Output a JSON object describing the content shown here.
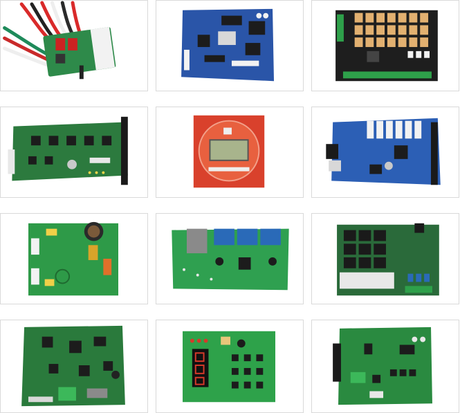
{
  "gallery": {
    "items": [
      {
        "subject": "pcb-with-wire-harness",
        "board_color": "#2e8a4a"
      },
      {
        "subject": "blue-pcb-with-ethernet",
        "board_color": "#2a55a8"
      },
      {
        "subject": "black-pcb-with-relays",
        "board_color": "#222222"
      },
      {
        "subject": "green-pcb-with-bracket",
        "board_color": "#2c7a3e"
      },
      {
        "subject": "red-pcb-with-lcd",
        "board_color": "#d9412c"
      },
      {
        "subject": "blue-pcb-with-pin-headers",
        "board_color": "#2c5fb5"
      },
      {
        "subject": "green-power-pcb-with-capacitor",
        "board_color": "#2e9a48"
      },
      {
        "subject": "green-pcb-with-relays",
        "board_color": "#2fa050"
      },
      {
        "subject": "pcb-with-heatsinks",
        "board_color": "#2a6a3a"
      },
      {
        "subject": "green-dense-pcb",
        "board_color": "#2a7a3c"
      },
      {
        "subject": "green-pcb-with-7-segment-display",
        "board_color": "#2ea24a"
      },
      {
        "subject": "green-pcb-with-terminals",
        "board_color": "#2a8a40"
      }
    ]
  }
}
